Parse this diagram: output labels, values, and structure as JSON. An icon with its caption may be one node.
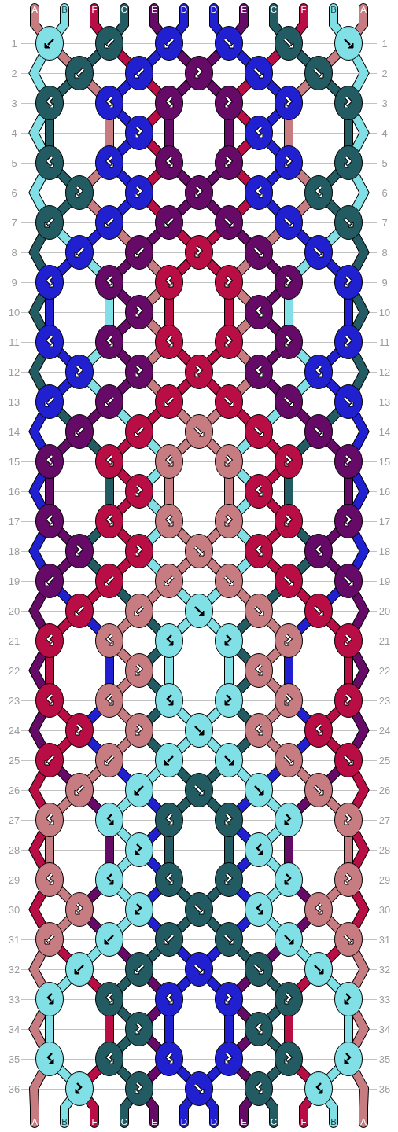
{
  "diagram": {
    "labels": [
      "A",
      "B",
      "F",
      "C",
      "E",
      "D",
      "D",
      "E",
      "C",
      "F",
      "B",
      "A",
      "1",
      "1",
      "2",
      "2",
      "3",
      "3",
      "4",
      "4",
      "5",
      "5",
      "6",
      "6",
      "7",
      "7",
      "8",
      "8",
      "9",
      "9",
      "10",
      "10",
      "11",
      "11",
      "12",
      "12",
      "13",
      "13",
      "14",
      "14",
      "15",
      "15",
      "16",
      "16",
      "17",
      "17",
      "18",
      "18",
      "19",
      "19",
      "20",
      "20",
      "21",
      "21",
      "22",
      "22",
      "23",
      "23",
      "24",
      "24",
      "25",
      "25",
      "26",
      "26",
      "27",
      "27",
      "28",
      "28",
      "29",
      "29",
      "30",
      "30",
      "31",
      "31",
      "32",
      "32",
      "33",
      "33",
      "34",
      "34",
      "35",
      "35",
      "36",
      "36",
      "A",
      "B",
      "F",
      "C",
      "E",
      "D",
      "D",
      "E",
      "C",
      "F",
      "B",
      "A"
    ]
  }
}
